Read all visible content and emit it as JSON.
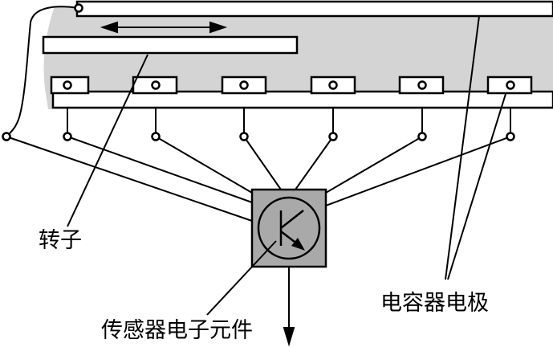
{
  "labels": {
    "rotor": "转子",
    "capacitor_electrode": "电容器电极",
    "sensor_element": "传感器电子元件"
  },
  "colors": {
    "housing_fill": "#d4d4d4",
    "sensor_fill": "#a9a9a9",
    "line": "#000000",
    "background": "#ffffff"
  },
  "icons": {
    "motion": "double-headed-arrow",
    "sensor": "transistor-symbol",
    "terminal": "terminal-circle"
  }
}
